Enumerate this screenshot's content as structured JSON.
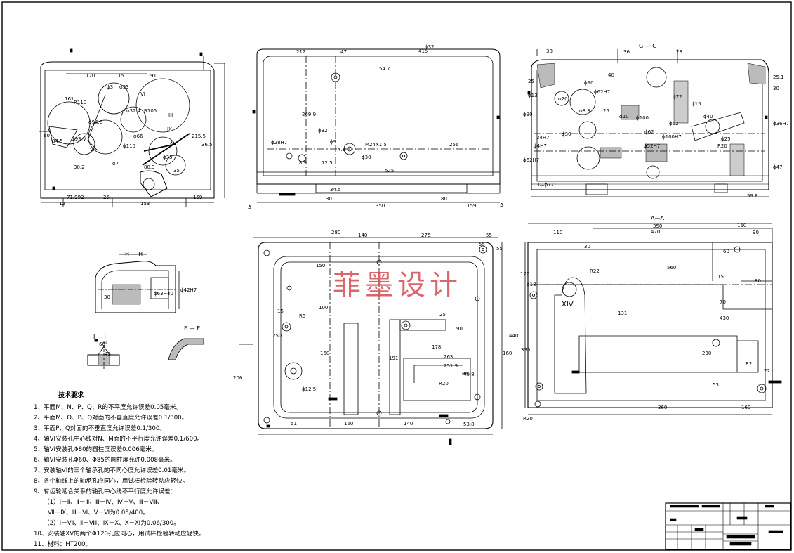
{
  "watermark": "菲墨设计",
  "section_labels": {
    "gg": "G — G",
    "hh": "H — H",
    "aa": "A—A",
    "ii": "I — I",
    "ee": "E — E",
    "a_left": "A",
    "a_right": "A",
    "roman_xiv": "XIV"
  },
  "view1_dims": [
    "120",
    "15",
    "91",
    "ϕ3",
    "161",
    "ϕ93",
    "R110",
    "III",
    "VI",
    "60",
    "84.5",
    "ϕ94.6",
    "V",
    "VII",
    "ϕ93",
    "R105",
    "ϕ66",
    "ϕ32.4",
    "ϕ110",
    "ϕ7",
    "IX",
    "ϕ35",
    "30.2",
    "X",
    "215.5",
    "36.5",
    "80.3",
    "35",
    "71.992",
    "25",
    "153",
    "159",
    "12"
  ],
  "view2_dims": [
    "212",
    "47",
    "415",
    "ϕ32",
    "54.7",
    "269.9",
    "ϕ32",
    "ϕ28H7",
    "8.9",
    "ϕ9",
    "72.5",
    "4.9",
    "M24X1.5",
    "ϕ30",
    "256",
    "525",
    "34.5",
    "30",
    "350",
    "80",
    "159"
  ],
  "view3_dims": [
    "38",
    "36",
    "28",
    "25",
    "ϕ13",
    "ϕ20",
    "ϕ90",
    "ϕ62H7",
    "40",
    "ϕ8.3",
    "25",
    "ϕ20",
    "ϕ90",
    "ϕ30",
    "ϕ4H7",
    "24H7",
    "ϕ62H7",
    "ϕ100",
    "ϕ52H7",
    "ϕ62",
    "25.1",
    "30",
    "ϕ36H7",
    "ϕ40",
    "ϕ25",
    "ϕ47",
    "59.8",
    "ϕ62",
    "3—ϕ72",
    "ϕ15",
    "ϕ100H7",
    "ϕ72",
    "R20"
  ],
  "view4_dims": [
    "280",
    "140",
    "275",
    "55",
    "55",
    "150",
    "55",
    "R5",
    "100",
    "15",
    "25",
    "90",
    "440",
    "250",
    "160",
    "191",
    "178",
    "263",
    "251.9",
    "160",
    "206",
    "R6",
    "49.8",
    "ϕ12.5",
    "51",
    "160",
    "140",
    "53.8",
    "R20"
  ],
  "view5_dims": [
    "110",
    "350",
    "160",
    "470",
    "90",
    "30",
    "60",
    "560",
    "R22",
    "120",
    "ϕ18",
    "15",
    "80",
    "70",
    "131",
    "430",
    "335",
    "230",
    "22",
    "53",
    "360",
    "160",
    "R20",
    "R2"
  ],
  "view6_dims": [
    "30",
    "40",
    "ϕ63H7",
    "ϕ42H7"
  ],
  "view7_dims": [
    "60°",
    "45"
  ],
  "notes": {
    "title": "技术要求",
    "lines": [
      "1、平面M、N、P、Q、R的不平度允许误差0.05毫米。",
      "2、平面M、O、P、Q对面的不垂直度允许误差0.1/300。",
      "3、平面P、Q对面的不垂直度允许误差0.1/300。",
      "4、轴VI安装孔中心线对N、M面的不平行度允许误差0.1/600。",
      "5、轴VI安装孔Φ80的圆柱度误差0.006毫米。",
      "6、轴VI安装孔Φ60、Φ85的圆柱度允许0.008毫米。",
      "7、安装轴VI的三个轴承孔的不同心度允许误差0.01毫米。",
      "8、各个轴线上的轴承孔应同心，用试棒检验转动应轻快。",
      "9、有齿轮啮合关系的轴孔中心线不平行度允许误差：",
      "（1）Ⅰ－Ⅱ、Ⅱ－Ⅲ、Ⅲ－Ⅳ、Ⅳ－Ⅴ、Ⅲ－Ⅷ、",
      "Ⅶ－Ⅸ、Ⅲ－Ⅵ、Ⅴ－Ⅵ为0.05/400。",
      "（2）Ⅰ－Ⅶ、Ⅱ－Ⅷ、Ⅸ－Ⅹ、Ⅹ－Ⅺ为0.06/300。",
      "10、安装轴ⅩⅤ的两个Φ120孔应同心，用试棒检验转动应轻快。",
      "11、材料：HT200。"
    ]
  }
}
